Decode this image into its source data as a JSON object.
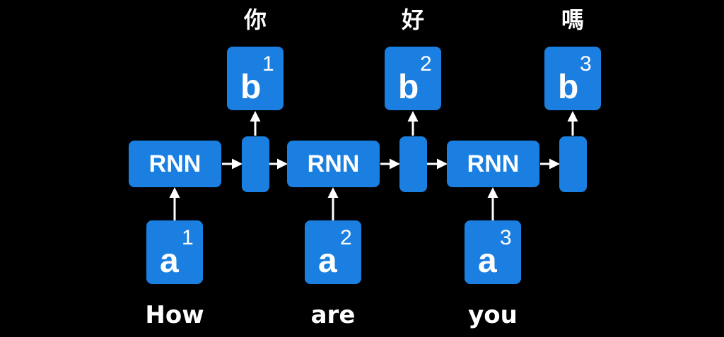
{
  "diagram": {
    "rnn_cells": [
      {
        "label": "RNN"
      },
      {
        "label": "RNN"
      },
      {
        "label": "RNN"
      }
    ],
    "inputs": [
      {
        "symbol": "a",
        "index": "1",
        "word": "How"
      },
      {
        "symbol": "a",
        "index": "2",
        "word": "are"
      },
      {
        "symbol": "a",
        "index": "3",
        "word": "you"
      }
    ],
    "outputs": [
      {
        "symbol": "b",
        "index": "1",
        "word": "你"
      },
      {
        "symbol": "b",
        "index": "2",
        "word": "好"
      },
      {
        "symbol": "b",
        "index": "3",
        "word": "嗎"
      }
    ],
    "colors": {
      "background": "#000000",
      "box": "#1a7fe0",
      "text": "#ffffff",
      "arrow": "#ffffff"
    }
  }
}
